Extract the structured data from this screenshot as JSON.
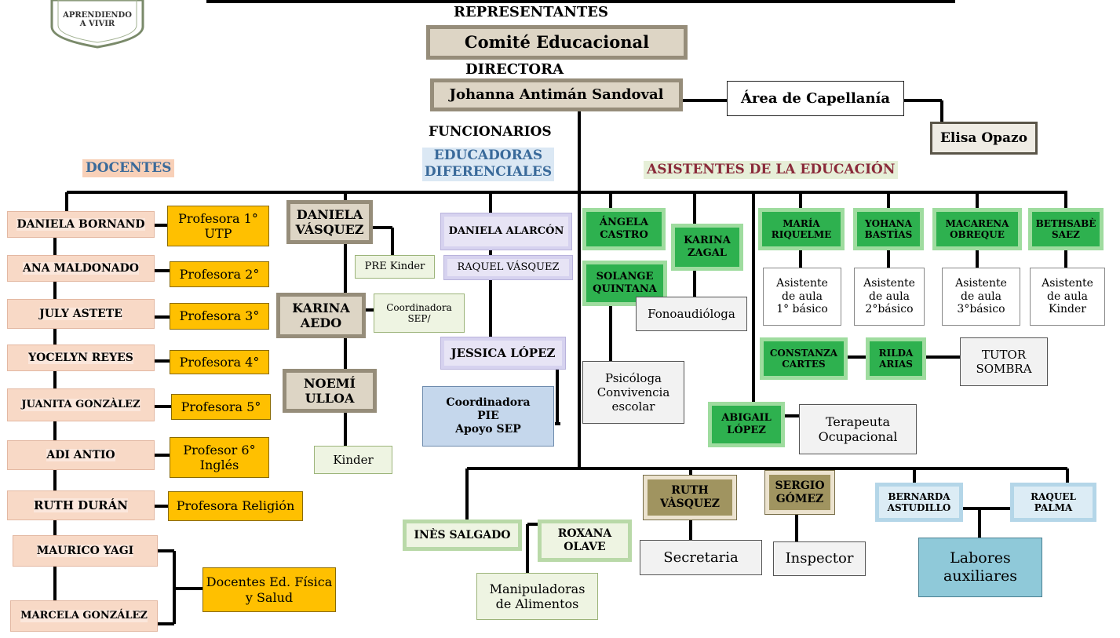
{
  "logo": {
    "line1": "APRENDIENDO",
    "line2": "A VIVIR"
  },
  "headers": {
    "representantes": "REPRESENTANTES",
    "directora": "DIRECTORA",
    "funcionarios": "FUNCIONARIOS",
    "docentes": "DOCENTES",
    "educadoras": "EDUCADORAS\nDIFERENCIALES",
    "asistentes": "ASISTENTES DE LA EDUCACIÓN"
  },
  "top": {
    "comite": "Comité Educacional",
    "directora_name": "Johanna Antimán Sandoval",
    "capellania": "Área de Capellanía",
    "elisa": "Elisa Opazo"
  },
  "docentes": [
    {
      "name": "DANIELA BORNAND",
      "role": "Profesora 1°\nUTP"
    },
    {
      "name": "ANA MALDONADO",
      "role": "Profesora 2°"
    },
    {
      "name": "JULY ASTETE",
      "role": "Profesora 3°"
    },
    {
      "name": "YOCELYN REYES",
      "role": "Profesora 4°"
    },
    {
      "name": "JUANITA GONZÀLEZ",
      "role": "Profesora  5°"
    },
    {
      "name": "ADI ANTIO",
      "role": "Profesor 6°\nInglés"
    },
    {
      "name": "RUTH DURÁN",
      "role": "Profesora Religión"
    },
    {
      "name": "MAURICO YAGI",
      "role": ""
    },
    {
      "name": "MARCELA GONZÁLEZ",
      "role": ""
    }
  ],
  "ed_fisica": "Docentes Ed. Física\ny Salud",
  "parvularia": [
    {
      "name": "DANIELA\nVÁSQUEZ",
      "role": "PRE Kinder"
    },
    {
      "name": "KARINA\nAEDO",
      "role": "Coordinadora\nSEP/"
    },
    {
      "name": "NOEMÍ\nULLOA",
      "role": "Kinder"
    }
  ],
  "diferenciales": {
    "daniela": "DANIELA ALARCÓN",
    "raquel": "RAQUEL VÁSQUEZ",
    "jessica": "JESSICA LÓPEZ",
    "coord": "Coordinadora\nPIE\nApoyo SEP"
  },
  "asistentes": {
    "angela": "ÁNGELA\nCASTRO",
    "solange": "SOLANGE\nQUINTANA",
    "psicologa": "Psicóloga\nConvivencia\nescolar",
    "karina_zagal": "KARINA\nZAGAL",
    "fono": "Fonoaudióloga",
    "maria": "MARÍA\nRIQUELME",
    "yohana": "YOHANA\nBASTÌAS",
    "macarena": "MACARENA\nOBREQUE",
    "bethsabe": "BETHSABÈ\nSAEZ",
    "aula1": "Asistente\nde aula\n1° básico",
    "aula2": "Asistente\nde aula\n2°básico",
    "aula3": "Asistente\nde aula\n3°básico",
    "aulak": "Asistente\nde aula\nKinder",
    "constanza": "CONSTANZA\nCARTES",
    "rilda": "RILDA\nARIAS",
    "tutor": "TUTOR\nSOMBRA",
    "abigail": "ABIGAIL\nLÓPEZ",
    "terapeuta": "Terapeuta\nOcupacional"
  },
  "bottom": {
    "ines": "INÈS SALGADO",
    "roxana": "ROXANA\nOLAVE",
    "manip": "Manipuladoras\nde Alimentos",
    "ruth_v": "RUTH\nVÀSQUEZ",
    "secretaria": "Secretaria",
    "sergio": "SERGIO\nGÓMEZ",
    "inspector": "Inspector",
    "bernarda": "BERNARDA\nASTUDILLO",
    "raquel_p": "RAQUEL\nPALMA",
    "labores": "Labores\nauxiliares"
  }
}
